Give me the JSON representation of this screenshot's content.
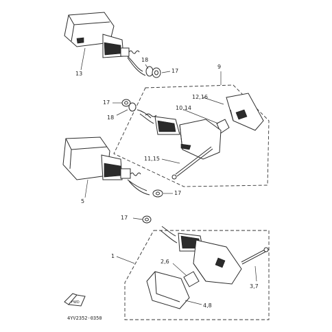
{
  "callouts": {
    "c13": "13",
    "c18a": "18",
    "c17a": "17",
    "c9": "9",
    "c12_16": "12,16",
    "c10_14": "10,14",
    "c17b": "17",
    "c18b": "18",
    "c11_15": "11,15",
    "c5": "5",
    "c17c": "17",
    "c17d": "17",
    "c1": "1",
    "c2_6": "2,6",
    "c3_7": "3,7",
    "c4_8": "4,8"
  },
  "diagram_code": "4YV2352-0350",
  "front_mark": "FWD"
}
